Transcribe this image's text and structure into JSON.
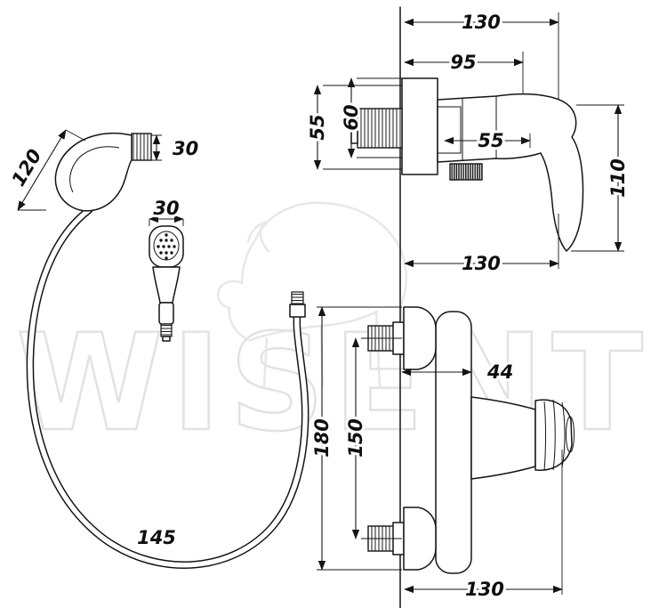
{
  "watermark": {
    "brand": "WISENT"
  },
  "colors": {
    "line": "#141414",
    "watermark": "#cfcfcf"
  },
  "top_view": {
    "dim_width_total": "130",
    "dim_width_body": "95",
    "dim_height_left": "55",
    "dim_height_inner": "60",
    "dim_spout": "55",
    "dim_height_right": "110",
    "dim_width_bottom": "130"
  },
  "sprayer_view": {
    "dim_length": "120",
    "dim_cap_width": "30",
    "dim_head_width": "30",
    "dim_hose_length": "145"
  },
  "front_view": {
    "dim_height_total": "180",
    "dim_height_centers": "150",
    "dim_offset": "44",
    "dim_width_bottom": "130"
  }
}
